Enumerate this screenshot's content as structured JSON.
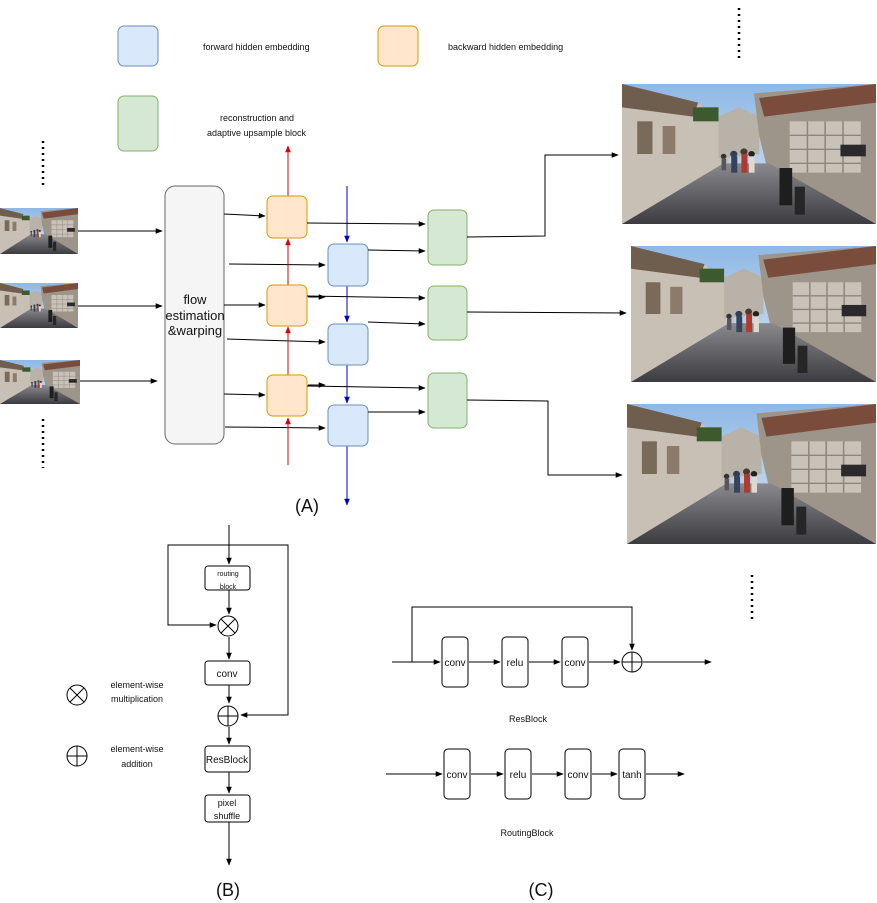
{
  "legend": {
    "forward": "forward hidden embedding",
    "backward": "backward hidden embedding",
    "recon_line1": "reconstruction and",
    "recon_line2": "adaptive upsample block"
  },
  "panel_a": {
    "flow_line1": "flow",
    "flow_line2": "estimation",
    "flow_line3": "&warping",
    "label": "(A)"
  },
  "panel_b": {
    "routing_line1": "routing",
    "routing_line2": "block",
    "conv": "conv",
    "resblock": "ResBlock",
    "pixel_line1": "pixel",
    "pixel_line2": "shuffle",
    "mult_line1": "element-wise",
    "mult_line2": "multiplication",
    "add_line1": "element-wise",
    "add_line2": "addition",
    "label": "(B)"
  },
  "panel_c": {
    "res_items": [
      "conv",
      "relu",
      "conv"
    ],
    "res_title": "ResBlock",
    "routing_items": [
      "conv",
      "relu",
      "conv",
      "tanh"
    ],
    "routing_title": "RoutingBlock",
    "label": "(C)"
  },
  "colors": {
    "forward_fill": "#dae8fc",
    "forward_stroke": "#6c8ebf",
    "backward_fill": "#ffe6cc",
    "backward_stroke": "#d79b00",
    "recon_fill": "#d5e8d4",
    "recon_stroke": "#82b366",
    "flow_fill": "#f5f5f5",
    "red_arrow": "#e00000",
    "blue_arrow": "#0000cc"
  }
}
